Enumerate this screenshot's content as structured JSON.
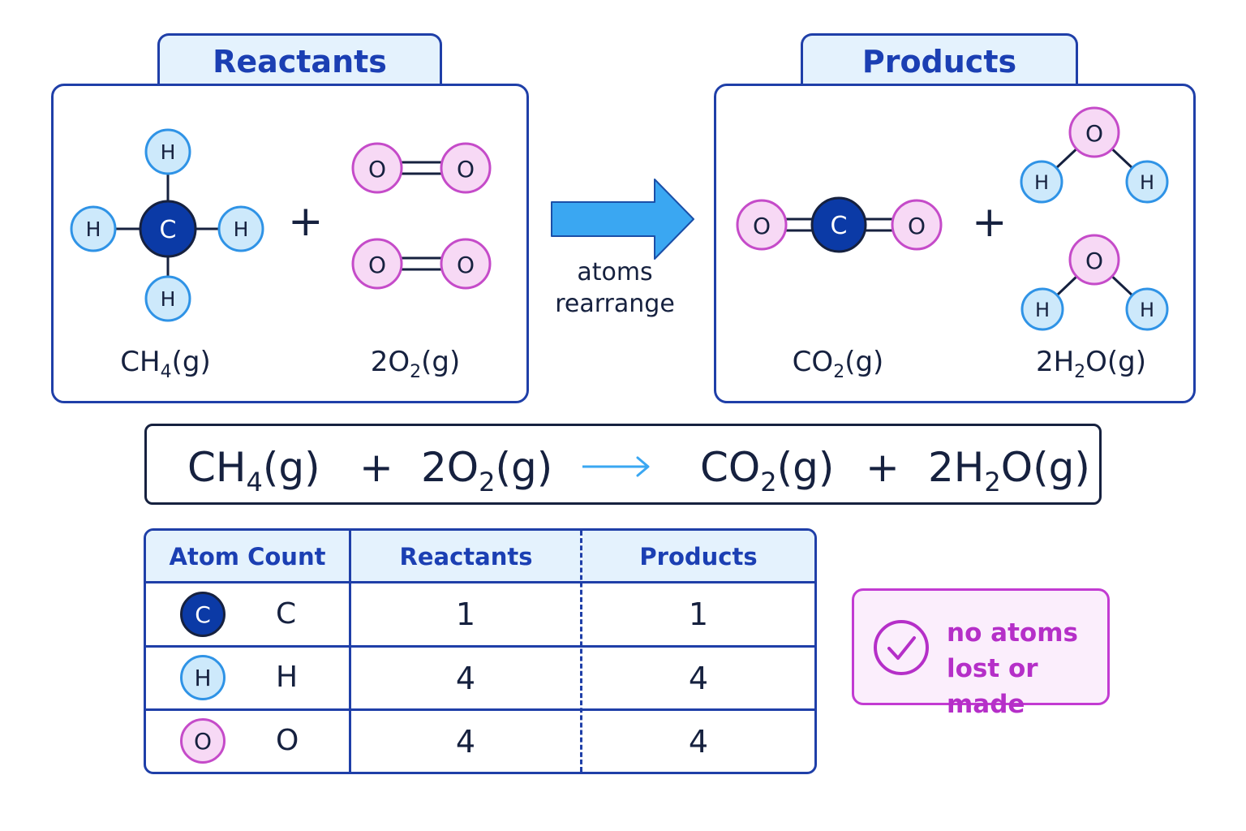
{
  "reactants_tab": "Reactants",
  "products_tab": "Products",
  "atoms": {
    "hydrogen": "H",
    "carbon": "C",
    "oxygen": "O"
  },
  "plus": "+",
  "arrow_label": [
    "atoms",
    "rearrange"
  ],
  "formulas": {
    "methane": {
      "a": "CH",
      "sub": "4",
      "b": "(g)"
    },
    "oxygen": {
      "a": "2O",
      "sub": "2",
      "b": "(g)"
    },
    "carbon_dioxide": {
      "a": "CO",
      "sub": "2",
      "b": "(g)"
    },
    "water": {
      "a": "2H",
      "sub": "2",
      "b": "O(g)"
    }
  },
  "table": {
    "headers": [
      "Atom Count",
      "Reactants",
      "Products"
    ],
    "rows": [
      {
        "badge": "C",
        "symbol": "C",
        "reactants": "1",
        "products": "1"
      },
      {
        "badge": "H",
        "symbol": "H",
        "reactants": "4",
        "products": "4"
      },
      {
        "badge": "O",
        "symbol": "O",
        "reactants": "4",
        "products": "4"
      }
    ]
  },
  "note": {
    "line1": "no atoms",
    "line2": "lost or made",
    "icon": "check-circle-icon"
  },
  "colors": {
    "carbon": "#0b3aa6",
    "hydrogen_fill": "#cde9fb",
    "hydrogen_stroke": "#2f93e6",
    "oxygen_fill": "#f7d9f5",
    "oxygen_stroke": "#c54bc9",
    "arrow": "#3aa7f2",
    "frame": "#1f3fa8",
    "accent_purple": "#b52fc8"
  }
}
